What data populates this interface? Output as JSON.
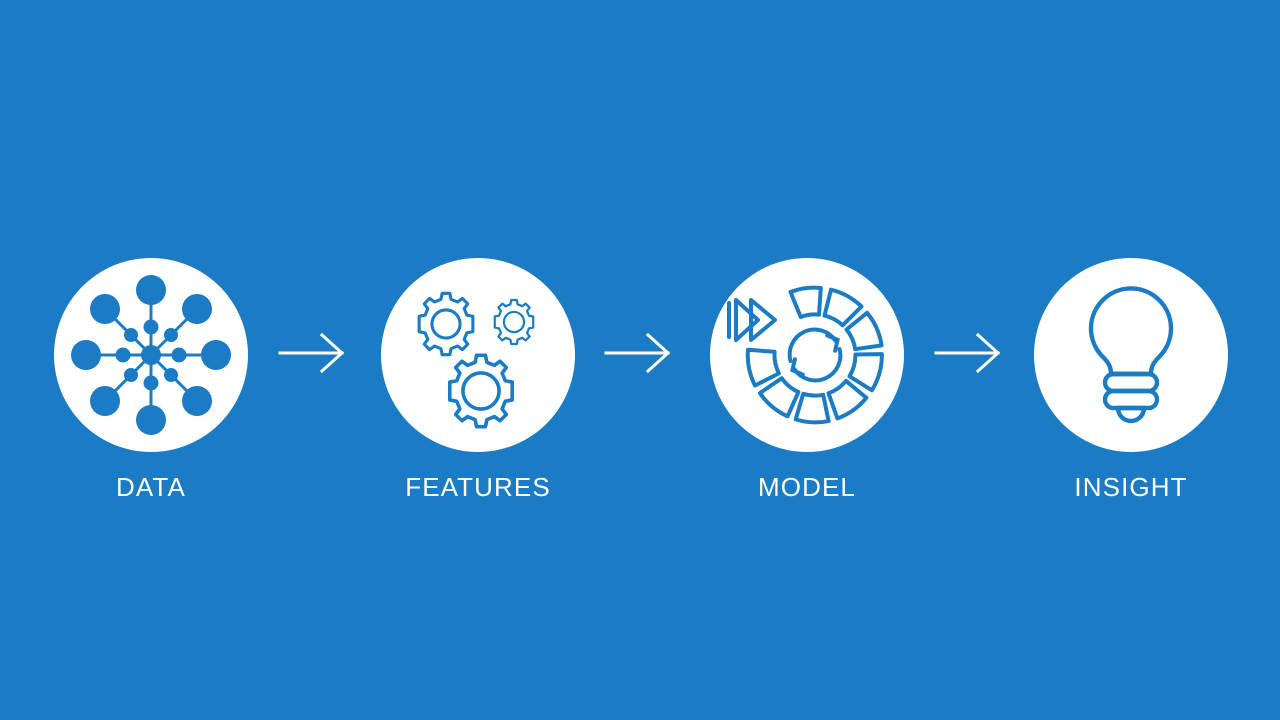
{
  "slide": {
    "background_color": "#1b7bc4",
    "icon_color": "#1b7bc4",
    "disc_color": "#ffffff",
    "label_color": "#ffffff",
    "title": "",
    "stages": [
      {
        "id": "data",
        "label": "DATA",
        "icon": "network-nodes-icon"
      },
      {
        "id": "features",
        "label": "FEATURES",
        "icon": "gears-icon"
      },
      {
        "id": "model",
        "label": "MODEL",
        "icon": "segmented-wheel-refresh-icon"
      },
      {
        "id": "insight",
        "label": "INSIGHT",
        "icon": "lightbulb-icon"
      }
    ],
    "connectors": [
      {
        "id": "connector-1",
        "icon": "arrow-right-icon"
      },
      {
        "id": "connector-2",
        "icon": "arrow-right-icon"
      },
      {
        "id": "connector-3",
        "icon": "arrow-right-icon"
      }
    ]
  }
}
